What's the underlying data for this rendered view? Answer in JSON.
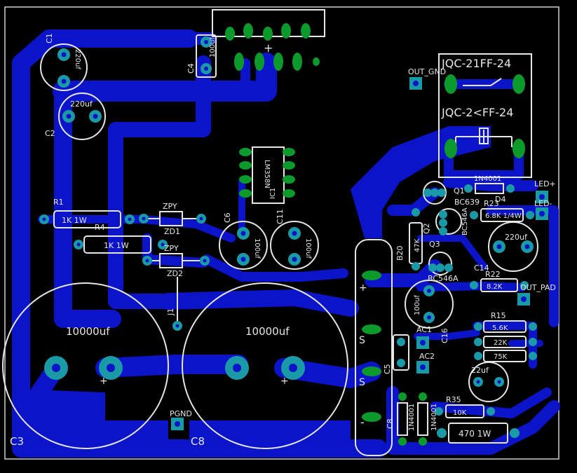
{
  "board": {
    "labels": {
      "relay_top": "JQC-21FF-24",
      "relay_bottom": "JQC-2<FF-24",
      "out_gnd": "OUT_GND",
      "out_pad": "OUT_PAD",
      "led_plus": "LED+",
      "led_minus": "LED-",
      "pgnd": "PGND",
      "c3": "C3",
      "c8": "C8",
      "c1": "C1",
      "c1_value": "220uf",
      "c2": "C2",
      "c2_value": "220uf",
      "c4": "C4",
      "c4_value": "100uf",
      "r1": "R1",
      "r1_value": "1K 1W",
      "r4": "R4",
      "r4_value": "1K 1W",
      "zpy1": "ZPY",
      "zd1": "ZD1",
      "zpy2": "ZPY",
      "zd2": "ZD2",
      "j1": "J1",
      "c6": "C6",
      "c6_value": "100uf",
      "c11": "C11",
      "c11_value": "100uf",
      "ic1": "IC1",
      "ic1_value": "LM358N",
      "cap_big1": "10000uf",
      "cap_big2": "10000uf",
      "b20": "B20",
      "r20_value": "47K",
      "q1": "Q1",
      "q1_value": "BC639",
      "q2": "Q2",
      "q2_value": "BC546A",
      "q3": "Q3",
      "q3_value": "BC546A",
      "d4": "D4",
      "d4_value": "1N4001",
      "r23": "R23",
      "r23_value": "6.8K 1/4W",
      "c14": "C14",
      "c14_value": "220uf",
      "r22": "R22",
      "r22_value": "8.2K",
      "c16": "C16",
      "c16_value": "100uf",
      "r15": "R15",
      "r15_value": "5.6K",
      "r_mid_value": "22K",
      "r_low_value": "75K",
      "ac1": "AC1",
      "ac2": "AC2",
      "c5": "C5",
      "c22_value": "22uf",
      "c8_lbl": "C8",
      "d_1n4001a": "1N4001",
      "d_1n4001b": "1N4001",
      "r35": "R35",
      "r35_value": "10K",
      "r470_value": "470 1W",
      "bridge_s1": "S",
      "bridge_s2": "S",
      "plus": "+",
      "minus": "-"
    },
    "colors": {
      "background": "#000000",
      "copper": "#0b14c8",
      "pad_green": "#0c9a2c",
      "pad_cyan": "#1a9aa6",
      "silkscreen": "#e6e6e6"
    }
  }
}
